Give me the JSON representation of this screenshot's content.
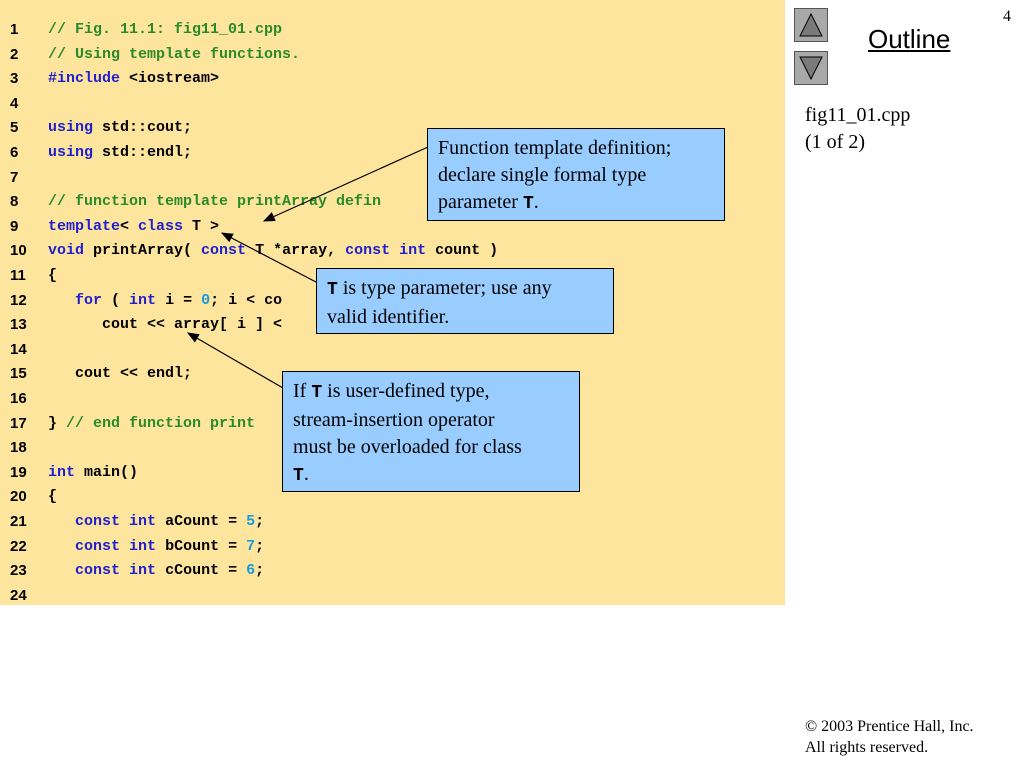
{
  "code_lines": [
    {
      "num": "1",
      "tokens": [
        {
          "t": "c",
          "s": "// Fig. 11.1: fig11_01.cpp"
        }
      ]
    },
    {
      "num": "2",
      "tokens": [
        {
          "t": "c",
          "s": "// Using template functions."
        }
      ]
    },
    {
      "num": "3",
      "tokens": [
        {
          "t": "k",
          "s": "#include"
        },
        {
          "t": "t",
          "s": " <iostream>"
        }
      ]
    },
    {
      "num": "4",
      "tokens": []
    },
    {
      "num": "5",
      "tokens": [
        {
          "t": "k",
          "s": "using"
        },
        {
          "t": "t",
          "s": " std::cout;"
        }
      ]
    },
    {
      "num": "6",
      "tokens": [
        {
          "t": "k",
          "s": "using"
        },
        {
          "t": "t",
          "s": " std::endl;"
        }
      ]
    },
    {
      "num": "7",
      "tokens": []
    },
    {
      "num": "8",
      "tokens": [
        {
          "t": "c",
          "s": "// function template printArray defin"
        }
      ]
    },
    {
      "num": "9",
      "tokens": [
        {
          "t": "k",
          "s": "template"
        },
        {
          "t": "t",
          "s": "< "
        },
        {
          "t": "k",
          "s": "class"
        },
        {
          "t": "t",
          "s": " T >"
        }
      ]
    },
    {
      "num": "10",
      "tokens": [
        {
          "t": "k",
          "s": "void"
        },
        {
          "t": "t",
          "s": " printArray( "
        },
        {
          "t": "k",
          "s": "const"
        },
        {
          "t": "t",
          "s": " T *array, "
        },
        {
          "t": "k",
          "s": "const"
        },
        {
          "t": "t",
          "s": " "
        },
        {
          "t": "k",
          "s": "int"
        },
        {
          "t": "t",
          "s": " count )"
        }
      ]
    },
    {
      "num": "11",
      "tokens": [
        {
          "t": "t",
          "s": "{"
        }
      ]
    },
    {
      "num": "12",
      "tokens": [
        {
          "t": "t",
          "s": "   "
        },
        {
          "t": "k",
          "s": "for"
        },
        {
          "t": "t",
          "s": " ( "
        },
        {
          "t": "k",
          "s": "int"
        },
        {
          "t": "t",
          "s": " i = "
        },
        {
          "t": "n",
          "s": "0"
        },
        {
          "t": "t",
          "s": "; i < co"
        }
      ]
    },
    {
      "num": "13",
      "tokens": [
        {
          "t": "t",
          "s": "      cout << array[ i ] <"
        }
      ]
    },
    {
      "num": "14",
      "tokens": []
    },
    {
      "num": "15",
      "tokens": [
        {
          "t": "t",
          "s": "   cout << endl;"
        }
      ]
    },
    {
      "num": "16",
      "tokens": []
    },
    {
      "num": "17",
      "tokens": [
        {
          "t": "t",
          "s": "} "
        },
        {
          "t": "c",
          "s": "// end function print"
        }
      ]
    },
    {
      "num": "18",
      "tokens": []
    },
    {
      "num": "19",
      "tokens": [
        {
          "t": "k",
          "s": "int"
        },
        {
          "t": "t",
          "s": " main()"
        }
      ]
    },
    {
      "num": "20",
      "tokens": [
        {
          "t": "t",
          "s": "{"
        }
      ]
    },
    {
      "num": "21",
      "tokens": [
        {
          "t": "t",
          "s": "   "
        },
        {
          "t": "k",
          "s": "const"
        },
        {
          "t": "t",
          "s": " "
        },
        {
          "t": "k",
          "s": "int"
        },
        {
          "t": "t",
          "s": " aCount = "
        },
        {
          "t": "n",
          "s": "5"
        },
        {
          "t": "t",
          "s": ";"
        }
      ]
    },
    {
      "num": "22",
      "tokens": [
        {
          "t": "t",
          "s": "   "
        },
        {
          "t": "k",
          "s": "const"
        },
        {
          "t": "t",
          "s": " "
        },
        {
          "t": "k",
          "s": "int"
        },
        {
          "t": "t",
          "s": " bCount = "
        },
        {
          "t": "n",
          "s": "7"
        },
        {
          "t": "t",
          "s": ";"
        }
      ]
    },
    {
      "num": "23",
      "tokens": [
        {
          "t": "t",
          "s": "   "
        },
        {
          "t": "k",
          "s": "const"
        },
        {
          "t": "t",
          "s": " "
        },
        {
          "t": "k",
          "s": "int"
        },
        {
          "t": "t",
          "s": " cCount = "
        },
        {
          "t": "n",
          "s": "6"
        },
        {
          "t": "t",
          "s": ";"
        }
      ]
    },
    {
      "num": "24",
      "tokens": []
    }
  ],
  "callouts": {
    "c1": {
      "line1": "Function template definition;",
      "line2": "declare single formal type",
      "line3_text": "parameter ",
      "line3_code": "T",
      "line3_end": "."
    },
    "c2": {
      "code": "T",
      "line1_rest": " is type parameter; use any",
      "line2": "valid identifier."
    },
    "c3": {
      "line1_pre": "If ",
      "line1_code": "T",
      "line1_rest": " is user-defined type,",
      "line2": "stream-insertion operator",
      "line3": "must be overloaded for class",
      "line4_code": "T",
      "line4_end": "."
    }
  },
  "sidebar": {
    "page_number": "4",
    "outline_title": "Outline",
    "file_name": "fig11_01.cpp",
    "part": "(1 of 2)",
    "nav_up_icon": "triangle-up-icon",
    "nav_down_icon": "triangle-down-icon"
  },
  "footer": {
    "copyright_symbol": "©",
    "copyright_line1": " 2003 Prentice Hall, Inc.",
    "copyright_line2": "All rights reserved."
  },
  "colors": {
    "code_background": "#fde59e",
    "callout_background": "#99ccff",
    "comment": "#2a8a2a",
    "keyword": "#1f1fd0",
    "number": "#1a9ad8"
  }
}
